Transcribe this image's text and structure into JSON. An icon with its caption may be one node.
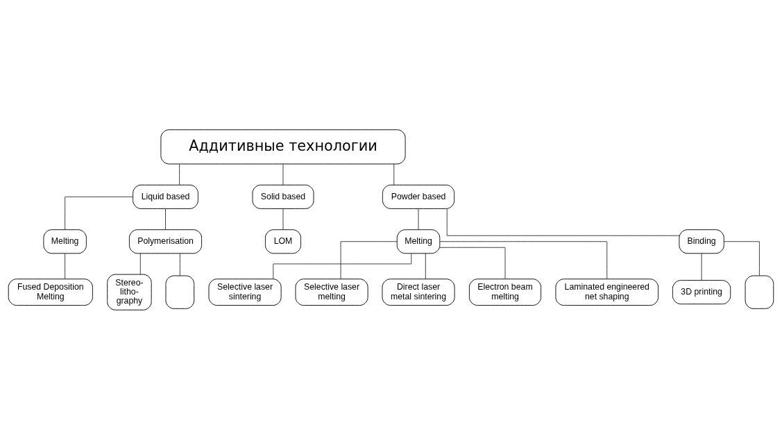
{
  "diagram": {
    "nodes": [
      {
        "text": [
          "Аддитивные технологии"
        ]
      },
      {
        "text": [
          "Liquid based"
        ]
      },
      {
        "text": [
          "Solid based"
        ]
      },
      {
        "text": [
          "Powder based"
        ]
      },
      {
        "text": [
          "Melting"
        ]
      },
      {
        "text": [
          "Polymerisation"
        ]
      },
      {
        "text": [
          "LOM"
        ]
      },
      {
        "text": [
          "Melting"
        ]
      },
      {
        "text": [
          "Binding"
        ]
      },
      {
        "text": [
          "Fused Deposition Melting"
        ]
      },
      {
        "text": [
          "Stereo- litho- graphy"
        ]
      },
      {
        "text": [],
        "shape": "box"
      },
      {
        "text": [
          "3D printing"
        ]
      },
      {
        "text": [],
        "shape": "box"
      },
      {
        "text": [
          "Selective laser sintering"
        ]
      },
      {
        "text": [
          "Selective laser melting"
        ]
      },
      {
        "text": [
          "Direct laser metal sintering"
        ]
      },
      {
        "text": [
          "Electron beam melting"
        ]
      },
      {
        "text": [
          "Laminated engineered net shaping"
        ]
      }
    ],
    "edges": [
      {
        "from": 0,
        "to": 1,
        "arrow": "none"
      },
      {
        "from": 0,
        "to": 2,
        "arrow": "none"
      },
      {
        "from": 0,
        "to": 3,
        "arrow": "none"
      },
      {
        "from": 1,
        "to": 4,
        "arrow": "none"
      },
      {
        "from": 1,
        "to": 5,
        "arrow": "none"
      },
      {
        "from": 2,
        "to": 6,
        "arrow": "none"
      },
      {
        "from": 3,
        "to": 7,
        "arrow": "none"
      },
      {
        "from": 3,
        "to": 8,
        "arrow": "none"
      },
      {
        "from": 4,
        "to": 9,
        "arrow": "none"
      },
      {
        "from": 5,
        "to": 10,
        "arrow": "none"
      },
      {
        "from": 5,
        "to": 11,
        "arrow": "none"
      },
      {
        "from": 8,
        "to": 12,
        "arrow": "none"
      },
      {
        "from": 8,
        "to": 13,
        "arrow": "none"
      },
      {
        "from": 7,
        "to": 14,
        "arrow": "none"
      },
      {
        "from": 7,
        "to": 15,
        "arrow": "none"
      },
      {
        "from": 7,
        "to": 16,
        "arrow": "none"
      },
      {
        "from": 7,
        "to": 17,
        "arrow": "none"
      },
      {
        "from": 7,
        "to": 18,
        "arrow": "none"
      }
    ]
  }
}
